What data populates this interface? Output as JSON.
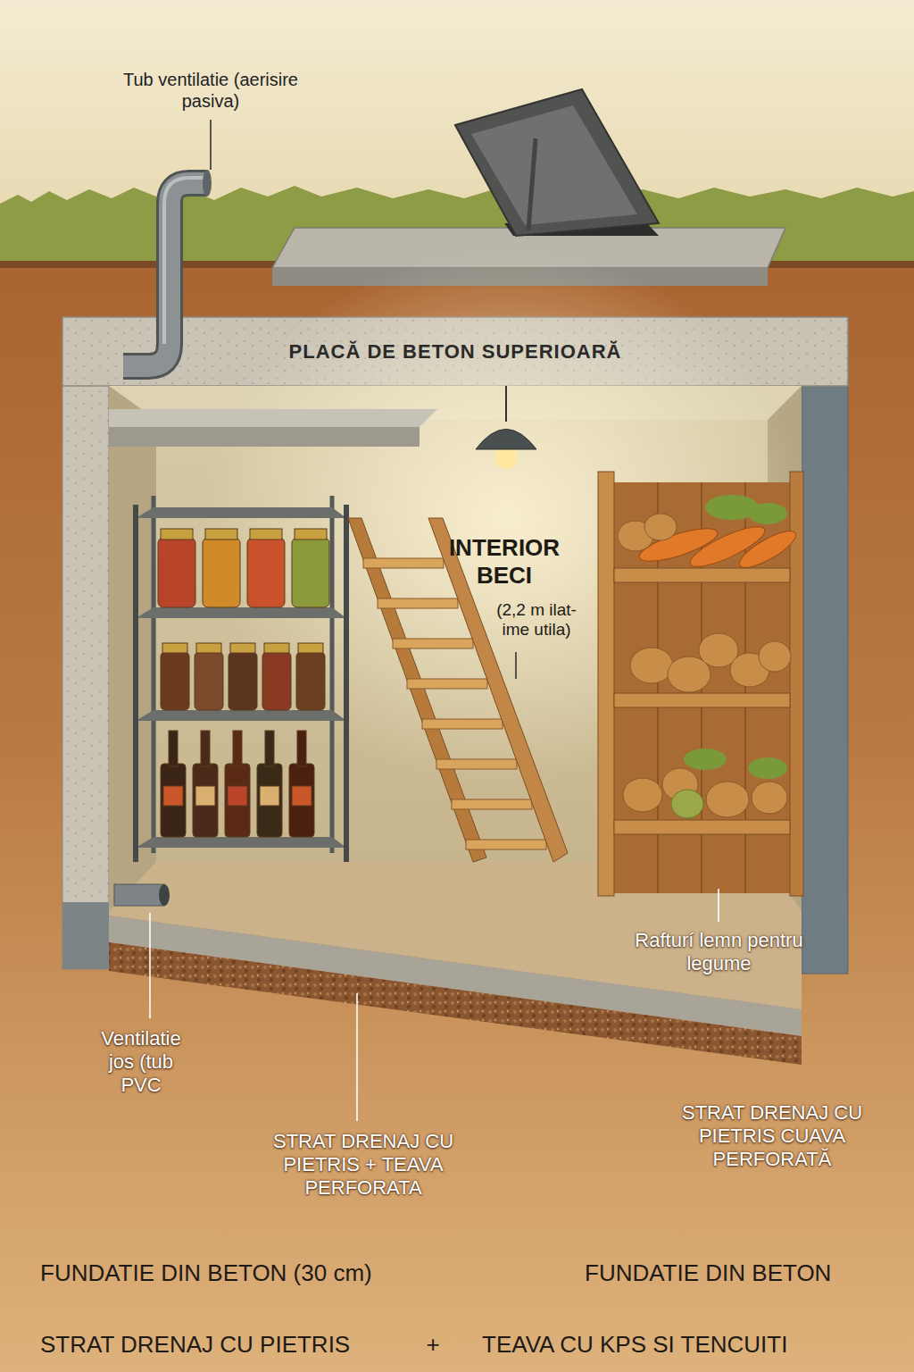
{
  "diagram": {
    "nodes": [
      {
        "text": [
          "PLACĂ DE BETON SUPERIOARĂ"
        ]
      }
    ],
    "labels": [
      "Tub ventilatie (aerisire pasiva)",
      "INTERIOR BECI",
      "(2,2 m ilat- ime utila)",
      "Rafturí lemn pentru legume",
      "Ventilatie jos (tub PVC",
      "STRAT DRENAJ CU PIETRIS + TEAVA PERFORATA",
      "STRAT DRENAJ CU PIETRIS CUAVA PERFORATĂ",
      "FUNDATIE DIN BETON (30 cm)",
      "FUNDATIE DIN BETON",
      "STRAT DRENAJ CU PIETRIS",
      "+",
      "TEAVA CU KPS SI TENCUITI"
    ]
  }
}
